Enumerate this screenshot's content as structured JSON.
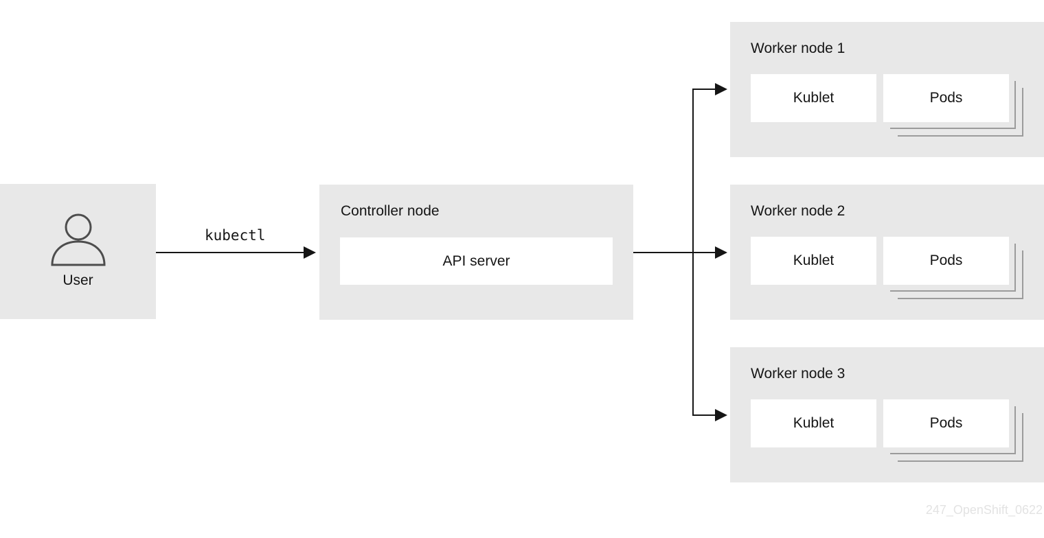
{
  "user": {
    "label": "User",
    "icon": "user-icon"
  },
  "edge_label": "kubectl",
  "controller": {
    "title": "Controller node",
    "component": "API server"
  },
  "workers": [
    {
      "title": "Worker node 1",
      "kublet": "Kublet",
      "pods": "Pods"
    },
    {
      "title": "Worker node 2",
      "kublet": "Kublet",
      "pods": "Pods"
    },
    {
      "title": "Worker node 3",
      "kublet": "Kublet",
      "pods": "Pods"
    }
  ],
  "watermark": "247_OpenShift_0622",
  "colors": {
    "panel": "#e8e8e8",
    "inner": "#ffffff",
    "stroke": "#151515",
    "stack": "#9b9b9b"
  }
}
